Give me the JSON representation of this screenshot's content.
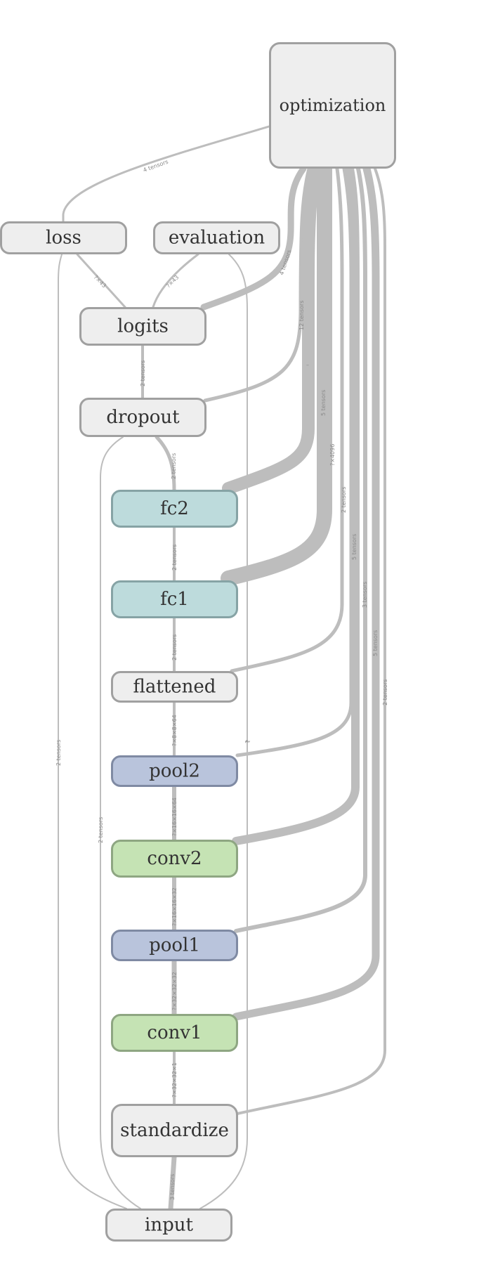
{
  "nodes": {
    "optimization": {
      "label": "optimization",
      "color": "#eeeeee"
    },
    "loss": {
      "label": "loss",
      "color": "#eeeeee"
    },
    "evaluation": {
      "label": "evaluation",
      "color": "#eeeeee"
    },
    "logits": {
      "label": "logits",
      "color": "#eeeeee"
    },
    "dropout": {
      "label": "dropout",
      "color": "#eeeeee"
    },
    "fc2": {
      "label": "fc2",
      "color": "#bddbdc"
    },
    "fc1": {
      "label": "fc1",
      "color": "#bddbdc"
    },
    "flattened": {
      "label": "flattened",
      "color": "#eeeeee"
    },
    "pool2": {
      "label": "pool2",
      "color": "#b9c4dc"
    },
    "conv2": {
      "label": "conv2",
      "color": "#c5e3b4"
    },
    "pool1": {
      "label": "pool1",
      "color": "#b9c4dc"
    },
    "conv1": {
      "label": "conv1",
      "color": "#c5e3b4"
    },
    "standardize": {
      "label": "standardize",
      "color": "#eeeeee"
    },
    "input": {
      "label": "input",
      "color": "#eeeeee"
    }
  },
  "edge_labels": {
    "opt_loss": "4 tensors",
    "opt_logits": "4 tensors",
    "opt_dropout": "12 tensors",
    "opt_dash": "–",
    "opt_fc2": "5 tensors",
    "opt_fc1": "?×4096",
    "opt_flattened": "2 tensors",
    "opt_pool2": "5 tensors",
    "opt_conv2": "3 tensors",
    "opt_pool1": "5 tensors",
    "opt_conv1": "2 tensors",
    "loss_logits": "?×43",
    "eval_logits": "?×43",
    "logits_dropout": "2 tensors",
    "dropout_fc2": "2 tensors",
    "fc2_fc1": "2 tensors",
    "fc1_flattened": "2 tensors",
    "flattened_pool2": "?×8×8×64",
    "pool2_conv2": "?×16×16×64",
    "conv2_pool1": "?×16×16×32",
    "pool1_conv1": "?×32×32×32",
    "conv1_standardize": "?×32×32×1",
    "standardize_input": "3 tensors",
    "input_loss": "2 tensors",
    "input_dropout": "2 tensors",
    "input_eval": "?",
    "opt_pool2_side": "?"
  },
  "colors": {
    "edge": "#bdbdbd",
    "node_border": "#a0a0a0",
    "text": "#333333"
  }
}
